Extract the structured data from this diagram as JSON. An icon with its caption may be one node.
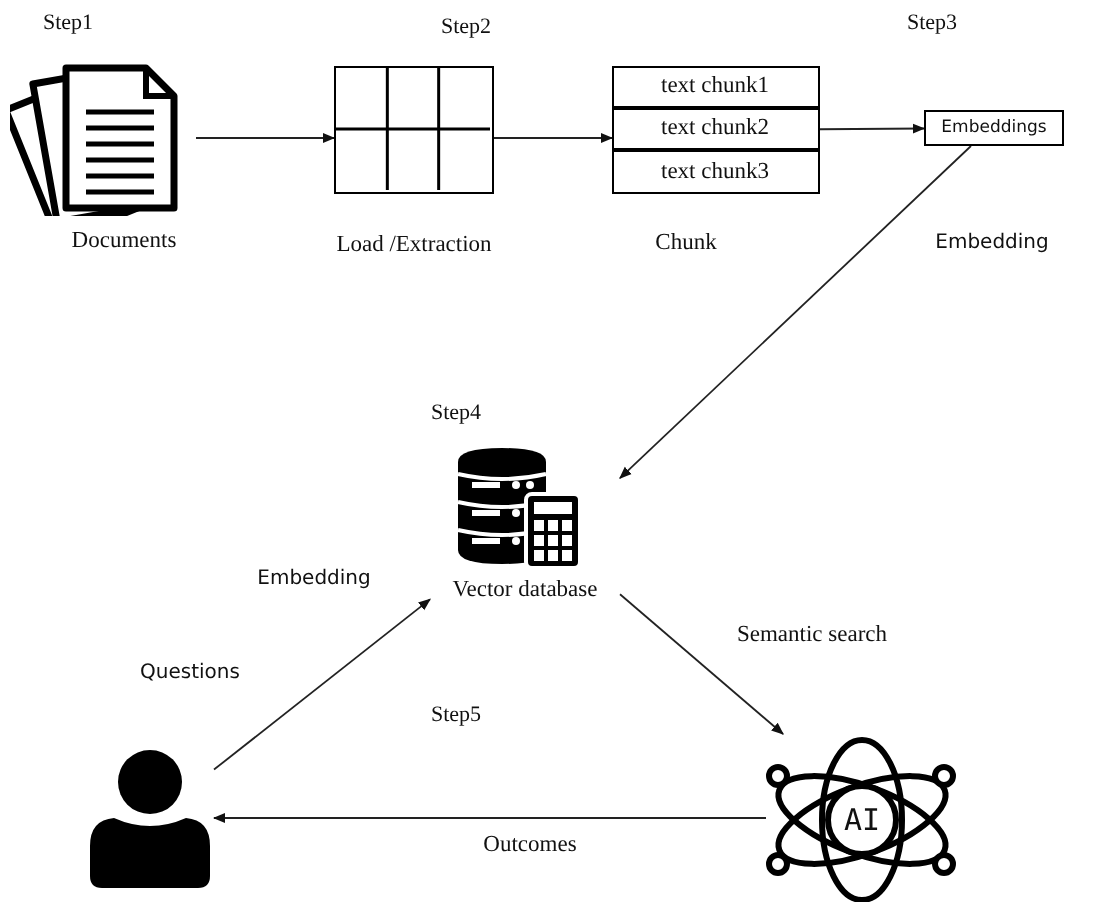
{
  "diagram": {
    "nodes": [
      {
        "text": [],
        "shape": "picture",
        "beside": [
          "Documents"
        ]
      },
      {
        "text": [],
        "shape": "box",
        "beside": [
          "Load /Extraction"
        ]
      },
      {
        "text": [],
        "shape": "box",
        "beside": [
          "Chunk"
        ]
      },
      {
        "text": [
          "text chunk1"
        ],
        "in": 2
      },
      {
        "text": [
          "text chunk2"
        ],
        "in": 2
      },
      {
        "text": [
          "text chunk3"
        ],
        "in": 2
      },
      {
        "text": [
          "Embeddings"
        ]
      },
      {
        "text": [
          "Vector database"
        ]
      },
      {
        "text": [],
        "shape": "person"
      },
      {
        "text": [
          "AI"
        ]
      }
    ],
    "edges": [
      {
        "from": 0,
        "to": 1,
        "arrow": "to"
      },
      {
        "from": 1,
        "to": 2,
        "arrow": "to"
      },
      {
        "from": 2,
        "to": 6,
        "arrow": "to"
      },
      {
        "from": 6,
        "to": 7,
        "arrow": "to",
        "label": "Embedding"
      },
      {
        "from": 8,
        "to": 7,
        "arrow": "to",
        "label": "Embedding"
      },
      {
        "from": 7,
        "to": 9,
        "arrow": "to",
        "label": "Semantic search"
      },
      {
        "from": 9,
        "to": 8,
        "arrow": "to",
        "label": "Outcomes"
      }
    ],
    "labels": [
      "Step1",
      "Step2",
      "Step3",
      "Step4",
      "Questions",
      "Step5"
    ]
  }
}
